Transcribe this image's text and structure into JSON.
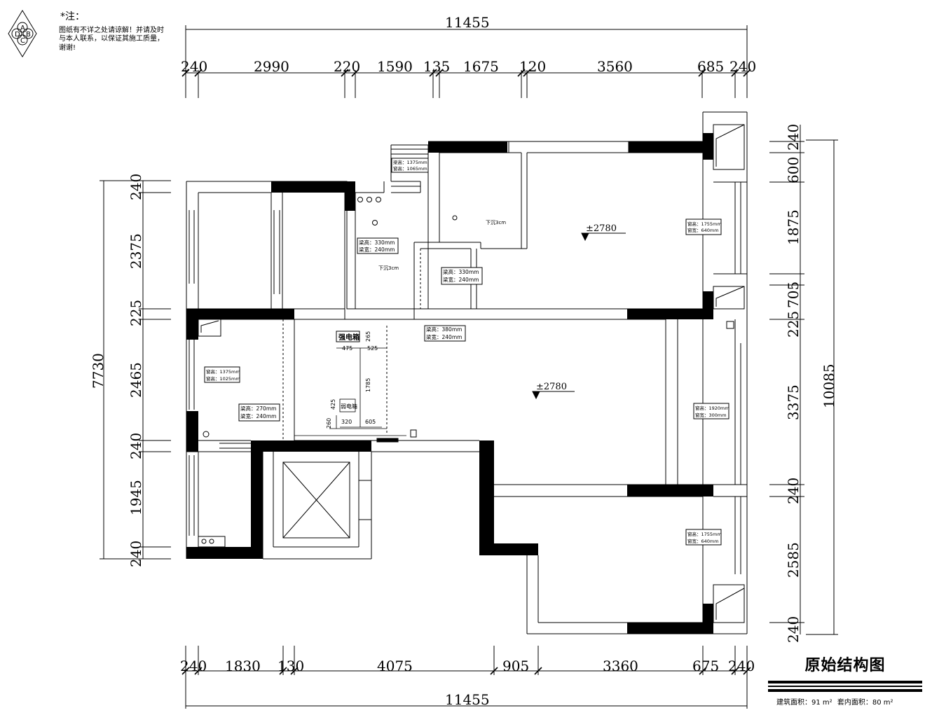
{
  "note": {
    "star": "*注：",
    "lines": [
      "图纸有不详之处请谅解！并请及时",
      "与本人联系，以保证其施工质量，",
      "谢谢!"
    ]
  },
  "compass": {
    "n": "A",
    "e": "B",
    "s": "C",
    "w": "D"
  },
  "top_dims": {
    "total": "11455",
    "segments": [
      "240",
      "2990",
      "220",
      "1590",
      "135",
      "1675",
      "120",
      "3560",
      "685",
      "240"
    ]
  },
  "bottom_dims": {
    "total": "11455",
    "segments": [
      "240",
      "1830",
      "130",
      "4075",
      "905",
      "3360",
      "675",
      "240"
    ]
  },
  "left_dims": {
    "total": "7730",
    "segments": [
      "240",
      "2375",
      "225",
      "2465",
      "240",
      "1945",
      "240"
    ]
  },
  "right_dims": {
    "total": "10085",
    "segments": [
      "240",
      "600",
      "1875",
      "225",
      "705",
      "3375",
      "240",
      "2585",
      "240"
    ]
  },
  "elevations": [
    "±2780",
    "±2780"
  ],
  "room_labels": {
    "sunken_bath": "下沉3cm",
    "sunken_kitchen": "下沉3cm",
    "strong_box": "强电箱",
    "weak_box": "弱电箱"
  },
  "beams": [
    {
      "h": "梁高：1375mm",
      "w": "窗高：1065mm"
    },
    {
      "h": "梁高：330mm",
      "w": "梁宽：240mm"
    },
    {
      "h": "梁高：330mm",
      "w": "梁宽：240mm"
    },
    {
      "h": "梁高：380mm",
      "w": "梁宽：240mm"
    },
    {
      "h": "窗高：1375mm",
      "w": "窗高：1025mm"
    },
    {
      "h": "梁高：270mm",
      "w": "梁宽：240mm"
    },
    {
      "h": "窗高：1755mm",
      "w": "窗宽：640mm"
    },
    {
      "h": "窗高：1920mm",
      "w": "窗宽：300mm"
    },
    {
      "h": "窗高：1755mm",
      "w": "窗宽：640mm"
    }
  ],
  "panel_dims": [
    "475",
    "525",
    "265",
    "1785",
    "425",
    "260",
    "320",
    "605"
  ],
  "title_block": {
    "title": "原始结构图",
    "build_area_label": "建筑面积：91 m²",
    "inner_area_label": "套内面积：80 m²"
  }
}
